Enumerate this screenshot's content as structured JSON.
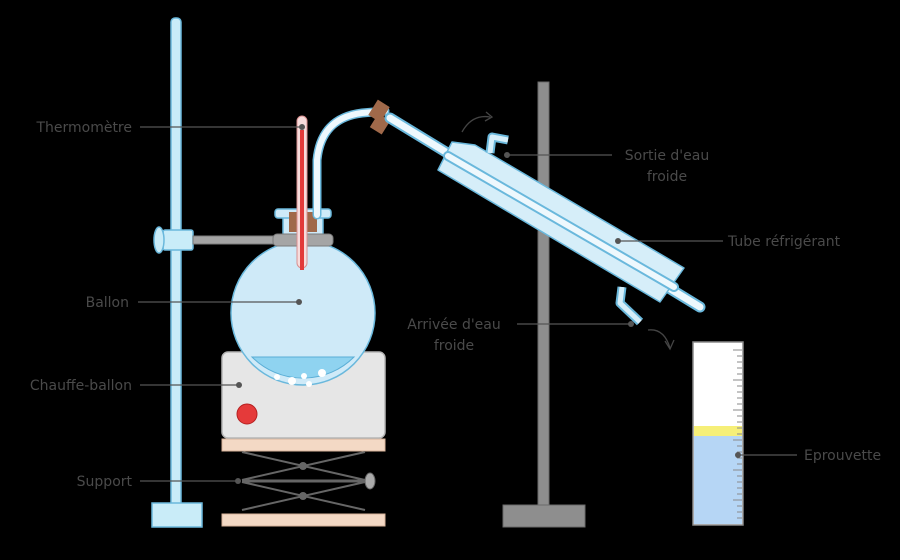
{
  "diagram": {
    "labels": {
      "thermometre": "Thermomètre",
      "ballon": "Ballon",
      "chauffe_ballon": "Chauffe-ballon",
      "support": "Support",
      "sortie_line1": "Sortie d'eau",
      "sortie_line2": "froide",
      "tube": "Tube réfrigérant",
      "arrivee_line1": "Arrivée d'eau",
      "arrivee_line2": "froide",
      "eprouvette": "Eprouvette"
    },
    "colors": {
      "background": "#000000",
      "glass_fill": "#cfeaf8",
      "glass_stroke": "#6ab8dc",
      "liquid": "#8fd3f0",
      "mercury": "#e23a3a",
      "cork": "#a0694a",
      "heater": "#e6e6e6",
      "stand": "#8e8e8e",
      "distillate": "#b6d6f5",
      "distillate_top": "#f6ef78",
      "label_text": "#4a4a4a",
      "leader": "#555555"
    }
  }
}
